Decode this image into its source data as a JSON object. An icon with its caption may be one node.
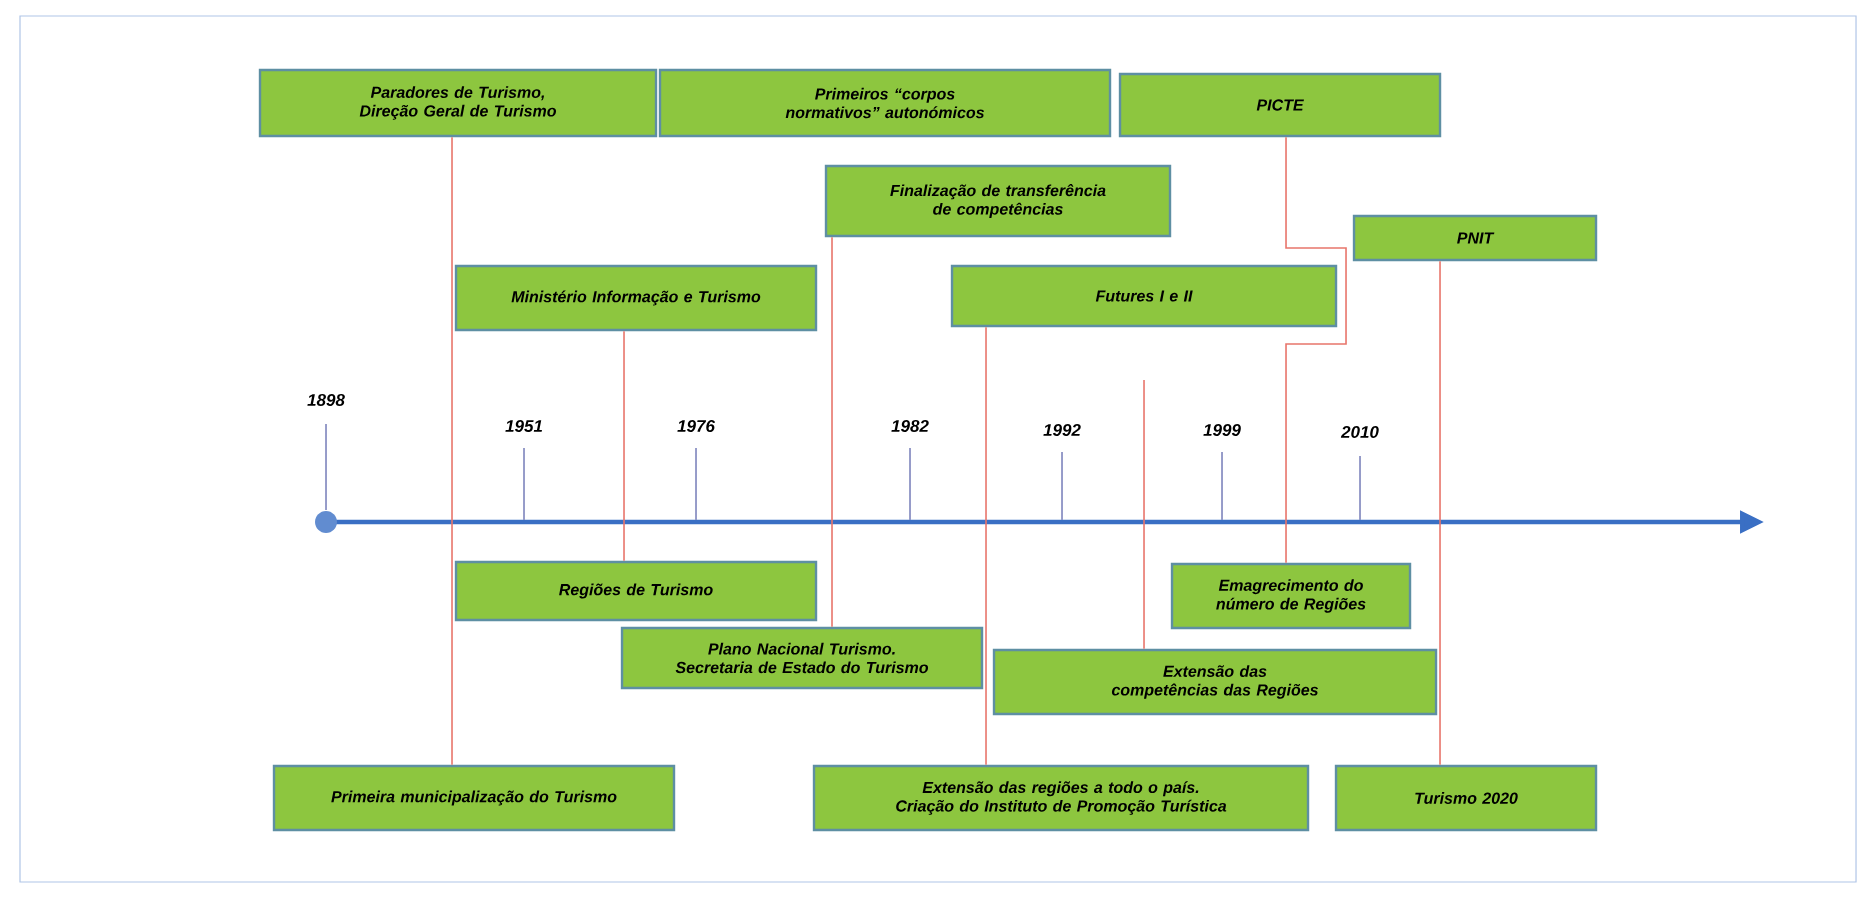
{
  "diagram": {
    "nodes": [
      {
        "text": [
          "Paradores de Turismo, Direção Geral de Turismo"
        ]
      },
      {
        "text": [
          "Primeiros “corpos normativos” autonómicos"
        ]
      },
      {
        "text": [
          "PICTE"
        ]
      },
      {
        "text": [
          "Finalização de transferência de competências"
        ]
      },
      {
        "text": [
          "Ministério Informação e Turismo"
        ]
      },
      {
        "text": [
          "PNIT"
        ]
      },
      {
        "text": [
          "Futures I e II"
        ]
      },
      {
        "text": [
          "Regiões de Turismo"
        ]
      },
      {
        "text": [
          "Emagrecimento do número de Regiões"
        ]
      },
      {
        "text": [
          "Plano Nacional Turismo. Secretaria de Estado do Turismo"
        ]
      },
      {
        "text": [
          "Extensão das competências das Regiões"
        ]
      },
      {
        "text": [
          "Primeira municipalização do Turismo"
        ]
      },
      {
        "text": [
          "Extensão das regiões a todo o país. Criação do Instituto de Promoção Turística"
        ]
      },
      {
        "text": [
          "Turismo 2020"
        ]
      }
    ],
    "edges": [
      {
        "from": 0,
        "to": 11,
        "arrow": "none"
      },
      {
        "from": 4,
        "to": 7,
        "arrow": "none"
      },
      {
        "from": 3,
        "to": 9,
        "arrow": "none"
      },
      {
        "from": 6,
        "to": 12,
        "arrow": "none"
      },
      {
        "from": null,
        "to": 10,
        "arrow": "none"
      },
      {
        "from": 2,
        "to": 8,
        "arrow": "none"
      },
      {
        "from": 5,
        "to": 13,
        "arrow": "none"
      }
    ],
    "labels": [
      "1898",
      "1951",
      "1976",
      "1982",
      "1992",
      "1999",
      "2010"
    ]
  }
}
